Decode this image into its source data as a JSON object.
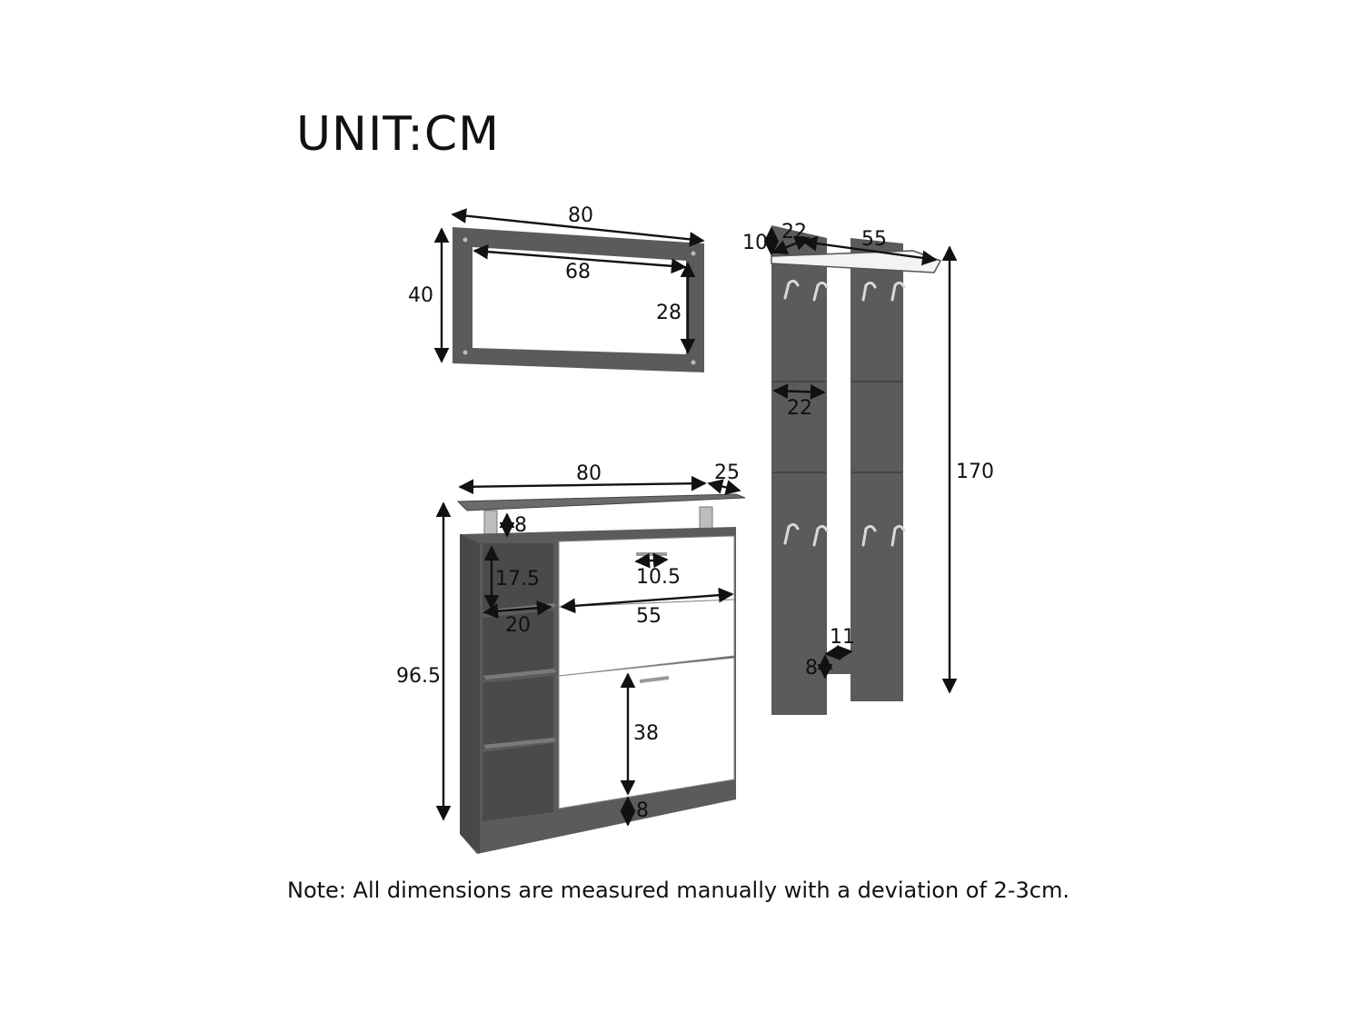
{
  "title": "UNIT:CM",
  "note": "Note: All dimensions are measured manually with a deviation of 2-3cm.",
  "mirror": {
    "width": "80",
    "height": "40",
    "inner_width": "68",
    "inner_height": "28"
  },
  "coat_rack": {
    "panel_depth": "10",
    "panel_width_top": "22",
    "shelf_width": "55",
    "panel_width": "22",
    "height": "170",
    "gap": "11",
    "gap_height": "8"
  },
  "cabinet": {
    "width": "80",
    "depth": "25",
    "height": "96.5",
    "top_gap": "8",
    "shelf_height": "17.5",
    "shelf_width": "20",
    "handle_width": "10.5",
    "door_width": "55",
    "door_height": "38",
    "base_height": "8"
  }
}
